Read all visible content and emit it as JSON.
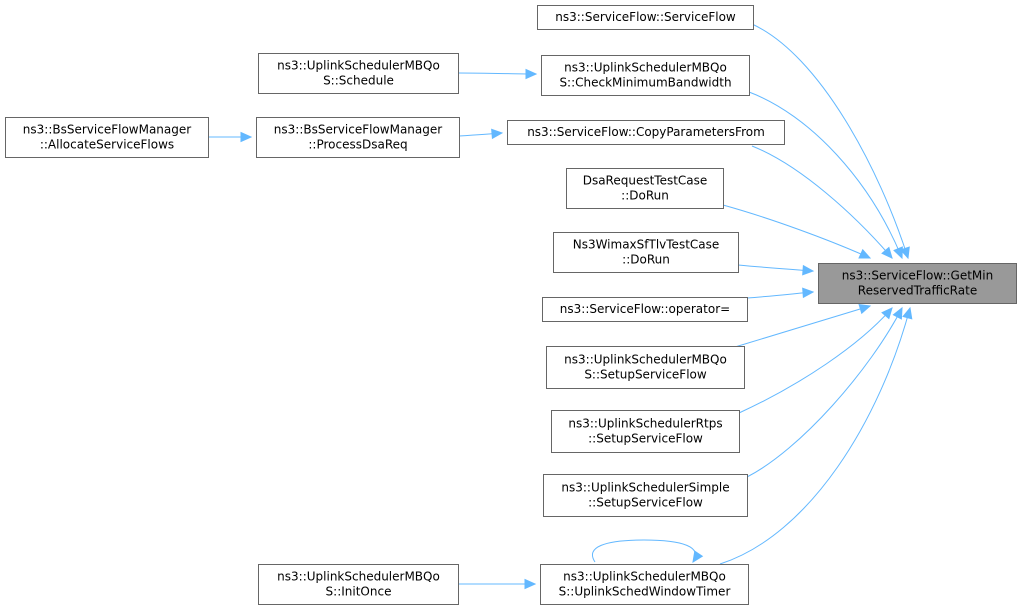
{
  "graph": {
    "colors": {
      "edge": "#63b8ff",
      "node_border": "#666666",
      "focus_fill": "#999999",
      "node_fill": "#ffffff"
    },
    "nodes": [
      {
        "id": "getmin",
        "lines": [
          "ns3::ServiceFlow::GetMin",
          "ReservedTrafficRate"
        ],
        "focus": true
      },
      {
        "id": "sf_ctor",
        "lines": [
          "ns3::ServiceFlow::ServiceFlow"
        ]
      },
      {
        "id": "check_min_bw",
        "lines": [
          "ns3::UplinkSchedulerMBQo",
          "S::CheckMinimumBandwidth"
        ]
      },
      {
        "id": "schedule",
        "lines": [
          "ns3::UplinkSchedulerMBQo",
          "S::Schedule"
        ]
      },
      {
        "id": "copy_params",
        "lines": [
          "ns3::ServiceFlow::CopyParametersFrom"
        ]
      },
      {
        "id": "process_dsa",
        "lines": [
          "ns3::BsServiceFlowManager",
          "::ProcessDsaReq"
        ]
      },
      {
        "id": "allocate_sf",
        "lines": [
          "ns3::BsServiceFlowManager",
          "::AllocateServiceFlows"
        ]
      },
      {
        "id": "dsa_test",
        "lines": [
          "DsaRequestTestCase",
          "::DoRun"
        ]
      },
      {
        "id": "wimax_test",
        "lines": [
          "Ns3WimaxSfTlvTestCase",
          "::DoRun"
        ]
      },
      {
        "id": "op_assign",
        "lines": [
          "ns3::ServiceFlow::operator="
        ]
      },
      {
        "id": "setup_mbqos",
        "lines": [
          "ns3::UplinkSchedulerMBQo",
          "S::SetupServiceFlow"
        ]
      },
      {
        "id": "setup_rtps",
        "lines": [
          "ns3::UplinkSchedulerRtps",
          "::SetupServiceFlow"
        ]
      },
      {
        "id": "setup_simple",
        "lines": [
          "ns3::UplinkSchedulerSimple",
          "::SetupServiceFlow"
        ]
      },
      {
        "id": "window_timer",
        "lines": [
          "ns3::UplinkSchedulerMBQo",
          "S::UplinkSchedWindowTimer"
        ]
      },
      {
        "id": "init_once",
        "lines": [
          "ns3::UplinkSchedulerMBQo",
          "S::InitOnce"
        ]
      }
    ],
    "edges": [
      {
        "from": "sf_ctor",
        "to": "getmin"
      },
      {
        "from": "check_min_bw",
        "to": "getmin"
      },
      {
        "from": "copy_params",
        "to": "getmin"
      },
      {
        "from": "dsa_test",
        "to": "getmin"
      },
      {
        "from": "wimax_test",
        "to": "getmin"
      },
      {
        "from": "op_assign",
        "to": "getmin"
      },
      {
        "from": "setup_mbqos",
        "to": "getmin"
      },
      {
        "from": "setup_rtps",
        "to": "getmin"
      },
      {
        "from": "setup_simple",
        "to": "getmin"
      },
      {
        "from": "window_timer",
        "to": "getmin"
      },
      {
        "from": "schedule",
        "to": "check_min_bw"
      },
      {
        "from": "process_dsa",
        "to": "copy_params"
      },
      {
        "from": "allocate_sf",
        "to": "process_dsa"
      },
      {
        "from": "init_once",
        "to": "window_timer"
      },
      {
        "from": "window_timer",
        "to": "window_timer"
      }
    ]
  }
}
